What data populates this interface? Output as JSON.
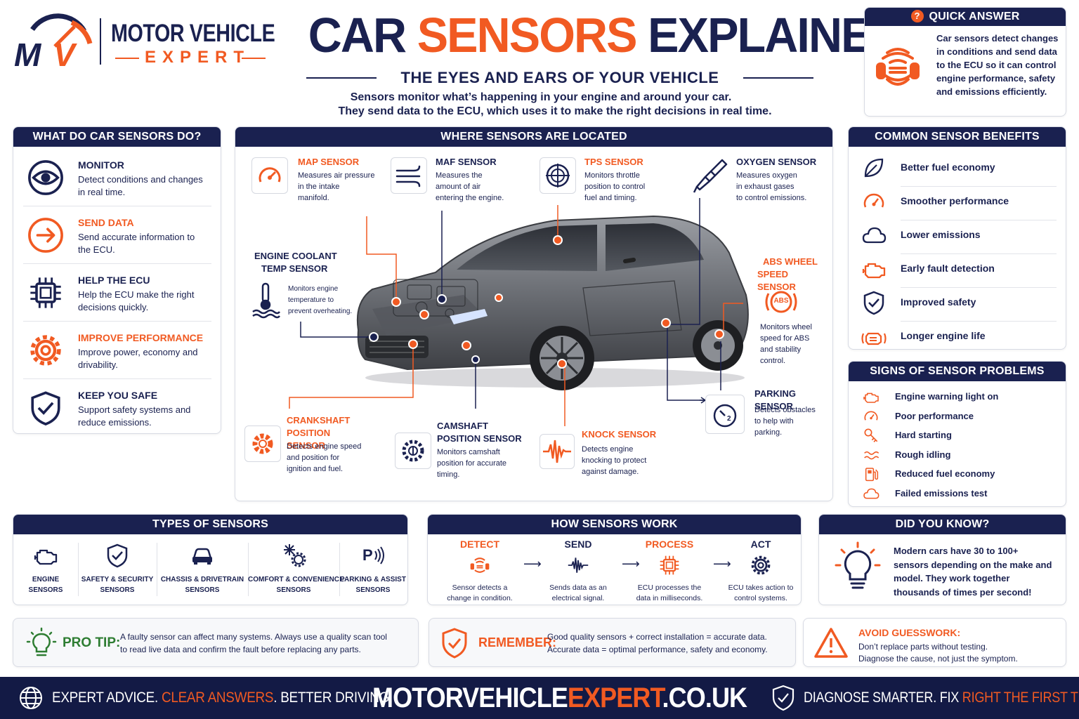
{
  "brand": {
    "line1": "MOTOR VEHICLE",
    "line2": "EXPERT",
    "logo_letters": "MV"
  },
  "title": {
    "part1": "CAR ",
    "part2": "SENSORS",
    "part3": " EXPLAINED",
    "subtitle": "THE EYES AND EARS OF YOUR VEHICLE",
    "intro1": "Sensors monitor what’s happening in your engine and around your car.",
    "intro2": "They send data to the ECU, which uses it to make the right decisions in real time."
  },
  "quick": {
    "heading": "QUICK ANSWER",
    "icon": "question-icon",
    "text": "Car sensors detect changes in conditions and send data to the ECU so it can control engine performance, safety and emissions efficiently."
  },
  "what": {
    "heading": "WHAT DO CAR SENSORS DO?",
    "items": [
      {
        "icon": "eye-icon",
        "title": "MONITOR",
        "text": "Detect conditions and changes in real time.",
        "color": "#1a2150"
      },
      {
        "icon": "arrow-right-icon",
        "title": "SEND DATA",
        "text": "Send accurate information to the ECU.",
        "color": "#f15a22"
      },
      {
        "icon": "chip-icon",
        "title": "HELP THE ECU",
        "text": "Help the ECU make the right decisions quickly.",
        "color": "#1a2150"
      },
      {
        "icon": "gear-icon",
        "title": "IMPROVE PERFORMANCE",
        "text": "Improve power, economy and drivability.",
        "color": "#f15a22"
      },
      {
        "icon": "shield-check-icon",
        "title": "KEEP YOU SAFE",
        "text": "Support safety systems and reduce emissions.",
        "color": "#1a2150"
      }
    ]
  },
  "where": {
    "heading": "WHERE SENSORS ARE LOCATED",
    "map": {
      "title": "MAP SENSOR",
      "text": [
        "Measures air pressure",
        "in the intake",
        "manifold."
      ]
    },
    "maf": {
      "title": "MAF SENSOR",
      "text": [
        "Measures the",
        "amount of air",
        "entering the engine."
      ]
    },
    "tps": {
      "title": "TPS SENSOR",
      "text": [
        "Monitors throttle",
        "position to control",
        "fuel and timing."
      ]
    },
    "oxygen": {
      "title": "OXYGEN SENSOR",
      "text": [
        "Measures oxygen",
        "in exhaust gases",
        "to control emissions."
      ]
    },
    "coolant": {
      "title": [
        "ENGINE COOLANT",
        "TEMP SENSOR"
      ],
      "text": [
        "Monitors engine",
        "temperature to",
        "prevent overheating."
      ]
    },
    "abs": {
      "title": [
        "ABS WHEEL",
        "SPEED SENSOR"
      ],
      "badge": "ABS",
      "text": [
        "Monitors wheel",
        "speed for ABS",
        "and stability",
        "control."
      ]
    },
    "parking": {
      "title": "PARKING SENSOR",
      "text": [
        "Detects obstacles",
        "to help with",
        "parking."
      ]
    },
    "crank": {
      "title": [
        "CRANKSHAFT",
        "POSITION SENSOR"
      ],
      "text": [
        "Detects engine speed",
        "and position for",
        "ignition and fuel."
      ]
    },
    "cam": {
      "title": [
        "CAMSHAFT",
        "POSITION SENSOR"
      ],
      "text": [
        "Monitors camshaft",
        "position for accurate",
        "timing."
      ]
    },
    "knock": {
      "title": "KNOCK SENSOR",
      "text": [
        "Detects engine",
        "knocking to protect",
        "against damage."
      ]
    }
  },
  "benefits": {
    "heading": "COMMON SENSOR BENEFITS",
    "items": [
      {
        "icon": "leaf-icon",
        "label": "Better fuel economy"
      },
      {
        "icon": "speedometer-icon",
        "label": "Smoother performance"
      },
      {
        "icon": "cloud-icon",
        "label": "Lower emissions"
      },
      {
        "icon": "engine-icon",
        "label": "Early fault detection"
      },
      {
        "icon": "shield-check-icon",
        "label": "Improved safety"
      },
      {
        "icon": "engine-signal-icon",
        "label": "Longer engine life"
      }
    ]
  },
  "signs": {
    "heading": "SIGNS OF SENSOR PROBLEMS",
    "items": [
      {
        "icon": "engine-icon",
        "label": "Engine warning light on"
      },
      {
        "icon": "speedometer-icon",
        "label": "Poor performance"
      },
      {
        "icon": "key-icon",
        "label": "Hard starting"
      },
      {
        "icon": "wave-icon",
        "label": "Rough idling"
      },
      {
        "icon": "fuel-icon",
        "label": "Reduced fuel economy"
      },
      {
        "icon": "cloud-icon",
        "label": "Failed emissions test"
      }
    ]
  },
  "types": {
    "heading": "TYPES OF SENSORS",
    "items": [
      {
        "icon": "engine-icon",
        "label": [
          "ENGINE",
          "SENSORS"
        ]
      },
      {
        "icon": "shield-check-icon",
        "label": [
          "SAFETY & SECURITY",
          "SENSORS"
        ]
      },
      {
        "icon": "car-icon",
        "label": [
          "CHASSIS & DRIVETRAIN",
          "SENSORS"
        ]
      },
      {
        "icon": "snowflake-gear-icon",
        "label": [
          "COMFORT & CONVENIENCE",
          "SENSORS"
        ]
      },
      {
        "icon": "parking-icon",
        "label": [
          "PARKING & ASSIST",
          "SENSORS"
        ]
      }
    ]
  },
  "how": {
    "heading": "HOW SENSORS WORK",
    "steps": [
      {
        "title": "DETECT",
        "text": [
          "Sensor detects a",
          "change in condition."
        ],
        "icon": "signal-icon",
        "color": "#f15a22"
      },
      {
        "title": "SEND",
        "text": [
          "Sends data as an",
          "electrical signal."
        ],
        "icon": "waveform-icon",
        "color": "#1a2150"
      },
      {
        "title": "PROCESS",
        "text": [
          "ECU processes the",
          "data in milliseconds."
        ],
        "icon": "chip-icon",
        "color": "#f15a22"
      },
      {
        "title": "ACT",
        "text": [
          "ECU takes action to",
          "control systems."
        ],
        "icon": "gear-icon",
        "color": "#1a2150"
      }
    ]
  },
  "know": {
    "heading": "DID YOU KNOW?",
    "icon": "lightbulb-icon",
    "text": "Modern cars have 30 to 100+ sensors depending on the make and model. They work together thousands of times per second!"
  },
  "tip": {
    "label": "PRO TIP:",
    "icon": "lightbulb-icon",
    "text1": "A faulty sensor can affect many systems. Always use a quality scan tool",
    "text2": "to read live data and confirm the fault before replacing any parts."
  },
  "remember": {
    "label": "REMEMBER:",
    "icon": "shield-check-icon",
    "text1": "Good quality sensors + correct installation = accurate data.",
    "text2": "Accurate data = optimal performance, safety and economy."
  },
  "avoid": {
    "label": "AVOID GUESSWORK:",
    "icon": "warning-icon",
    "text1": "Don’t replace parts without testing.",
    "text2": "Diagnose the cause, not just the symptom."
  },
  "footer": {
    "left1": "EXPERT ADVICE. ",
    "left2": "CLEAR ANSWERS",
    "left3": ". BETTER DRIVING.",
    "site1": "MOTORVEHICLE",
    "site2": "EXPERT",
    "site3": ".CO.UK",
    "right1": "DIAGNOSE SMARTER.  FIX ",
    "right2": "RIGHT THE FIRST TIME.",
    "globe_icon": "globe-icon",
    "shield_icon": "shield-check-icon"
  },
  "colors": {
    "navy": "#1a2150",
    "orange": "#f15a22",
    "tipgreen": "#2e7d32"
  }
}
